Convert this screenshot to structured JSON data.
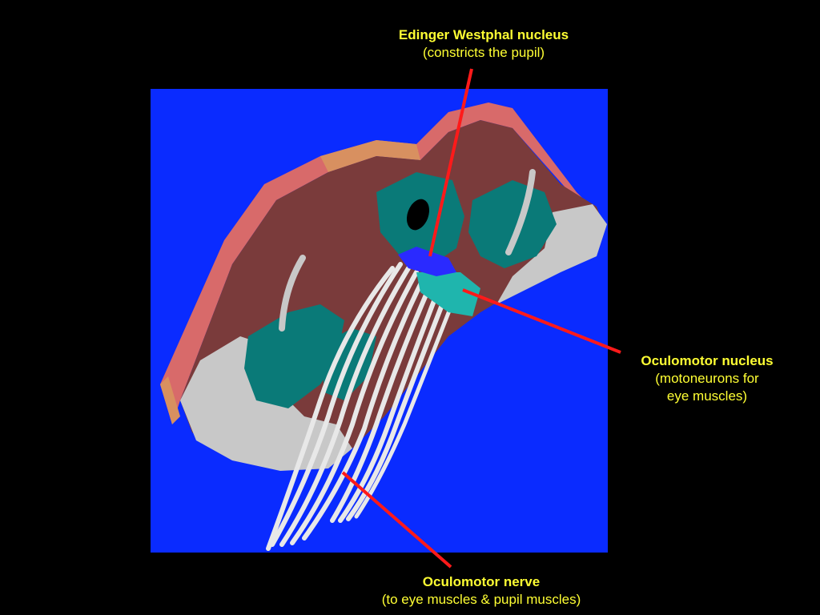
{
  "labels": {
    "edinger_westphal": {
      "title": "Edinger Westphal nucleus",
      "subtitle": "(constricts the pupil)"
    },
    "oculomotor_nucleus": {
      "title": "Oculomotor nucleus",
      "subtitle_line1": "(motoneurons for",
      "subtitle_line2": "eye muscles)"
    },
    "oculomotor_nerve": {
      "title": "Oculomotor nerve",
      "subtitle": "(to eye muscles & pupil muscles)"
    }
  },
  "colors": {
    "background": "#000000",
    "panel": "#0a2bff",
    "label_text": "#ffff33",
    "pointer": "#ff1a1a",
    "tissue_brown": "#7a3b3b",
    "tissue_pink": "#d86a6a",
    "tissue_orange": "#d89060",
    "gray_matter": "#0a7a78",
    "white_matter": "#c8c8c8",
    "nucleus_teal": "#1fb5ad",
    "nucleus_blue": "#2a2aff",
    "nerve_white": "#e8e8e8"
  }
}
